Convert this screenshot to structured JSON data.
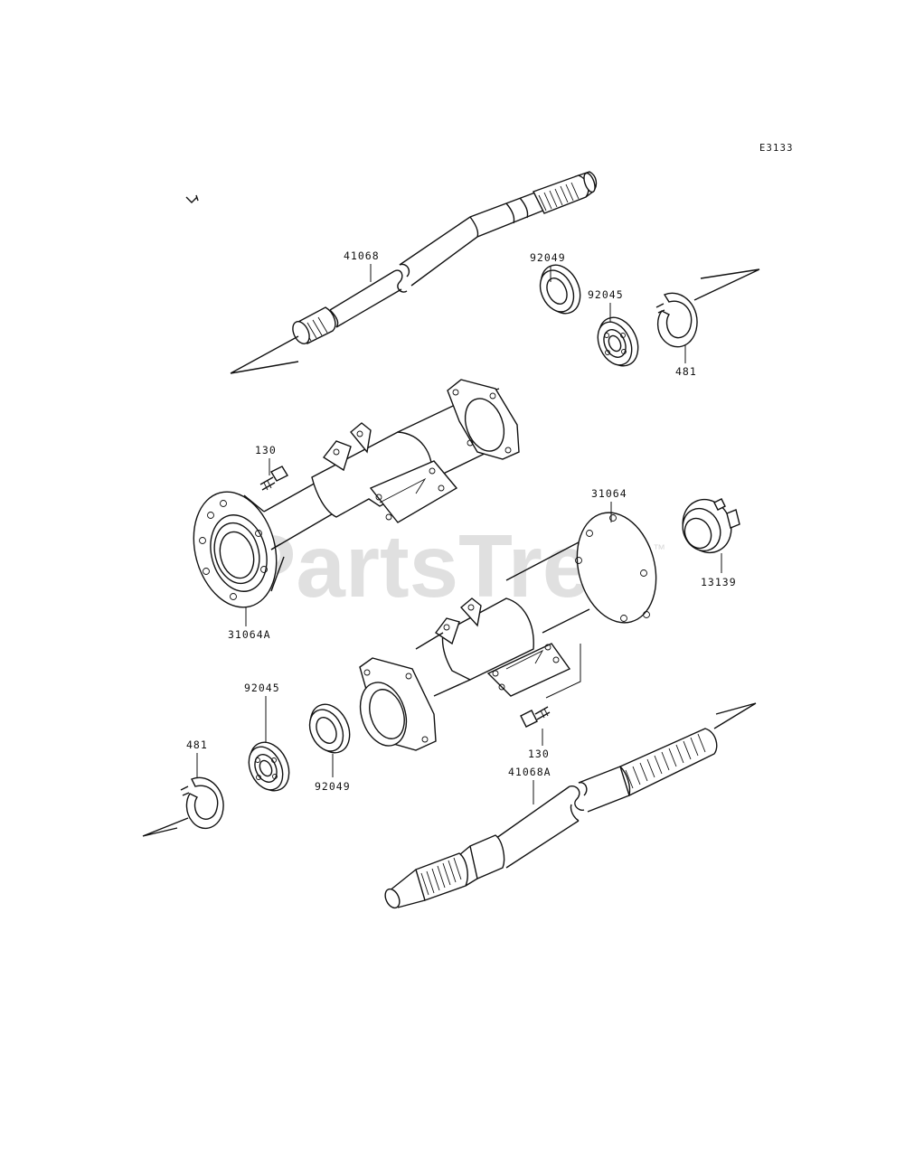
{
  "diagram": {
    "code": "E3133",
    "watermark": "PartsTree",
    "watermark_tm": "™",
    "parts": [
      {
        "label": "41068"
      },
      {
        "label": "92045"
      },
      {
        "label": "92049"
      },
      {
        "label": "481"
      },
      {
        "label": "130"
      },
      {
        "label": "31064"
      },
      {
        "label": "13139"
      },
      {
        "label": "31064A"
      },
      {
        "label": "92045"
      },
      {
        "label": "481"
      },
      {
        "label": "92049"
      },
      {
        "label": "130"
      },
      {
        "label": "41068A"
      }
    ]
  }
}
